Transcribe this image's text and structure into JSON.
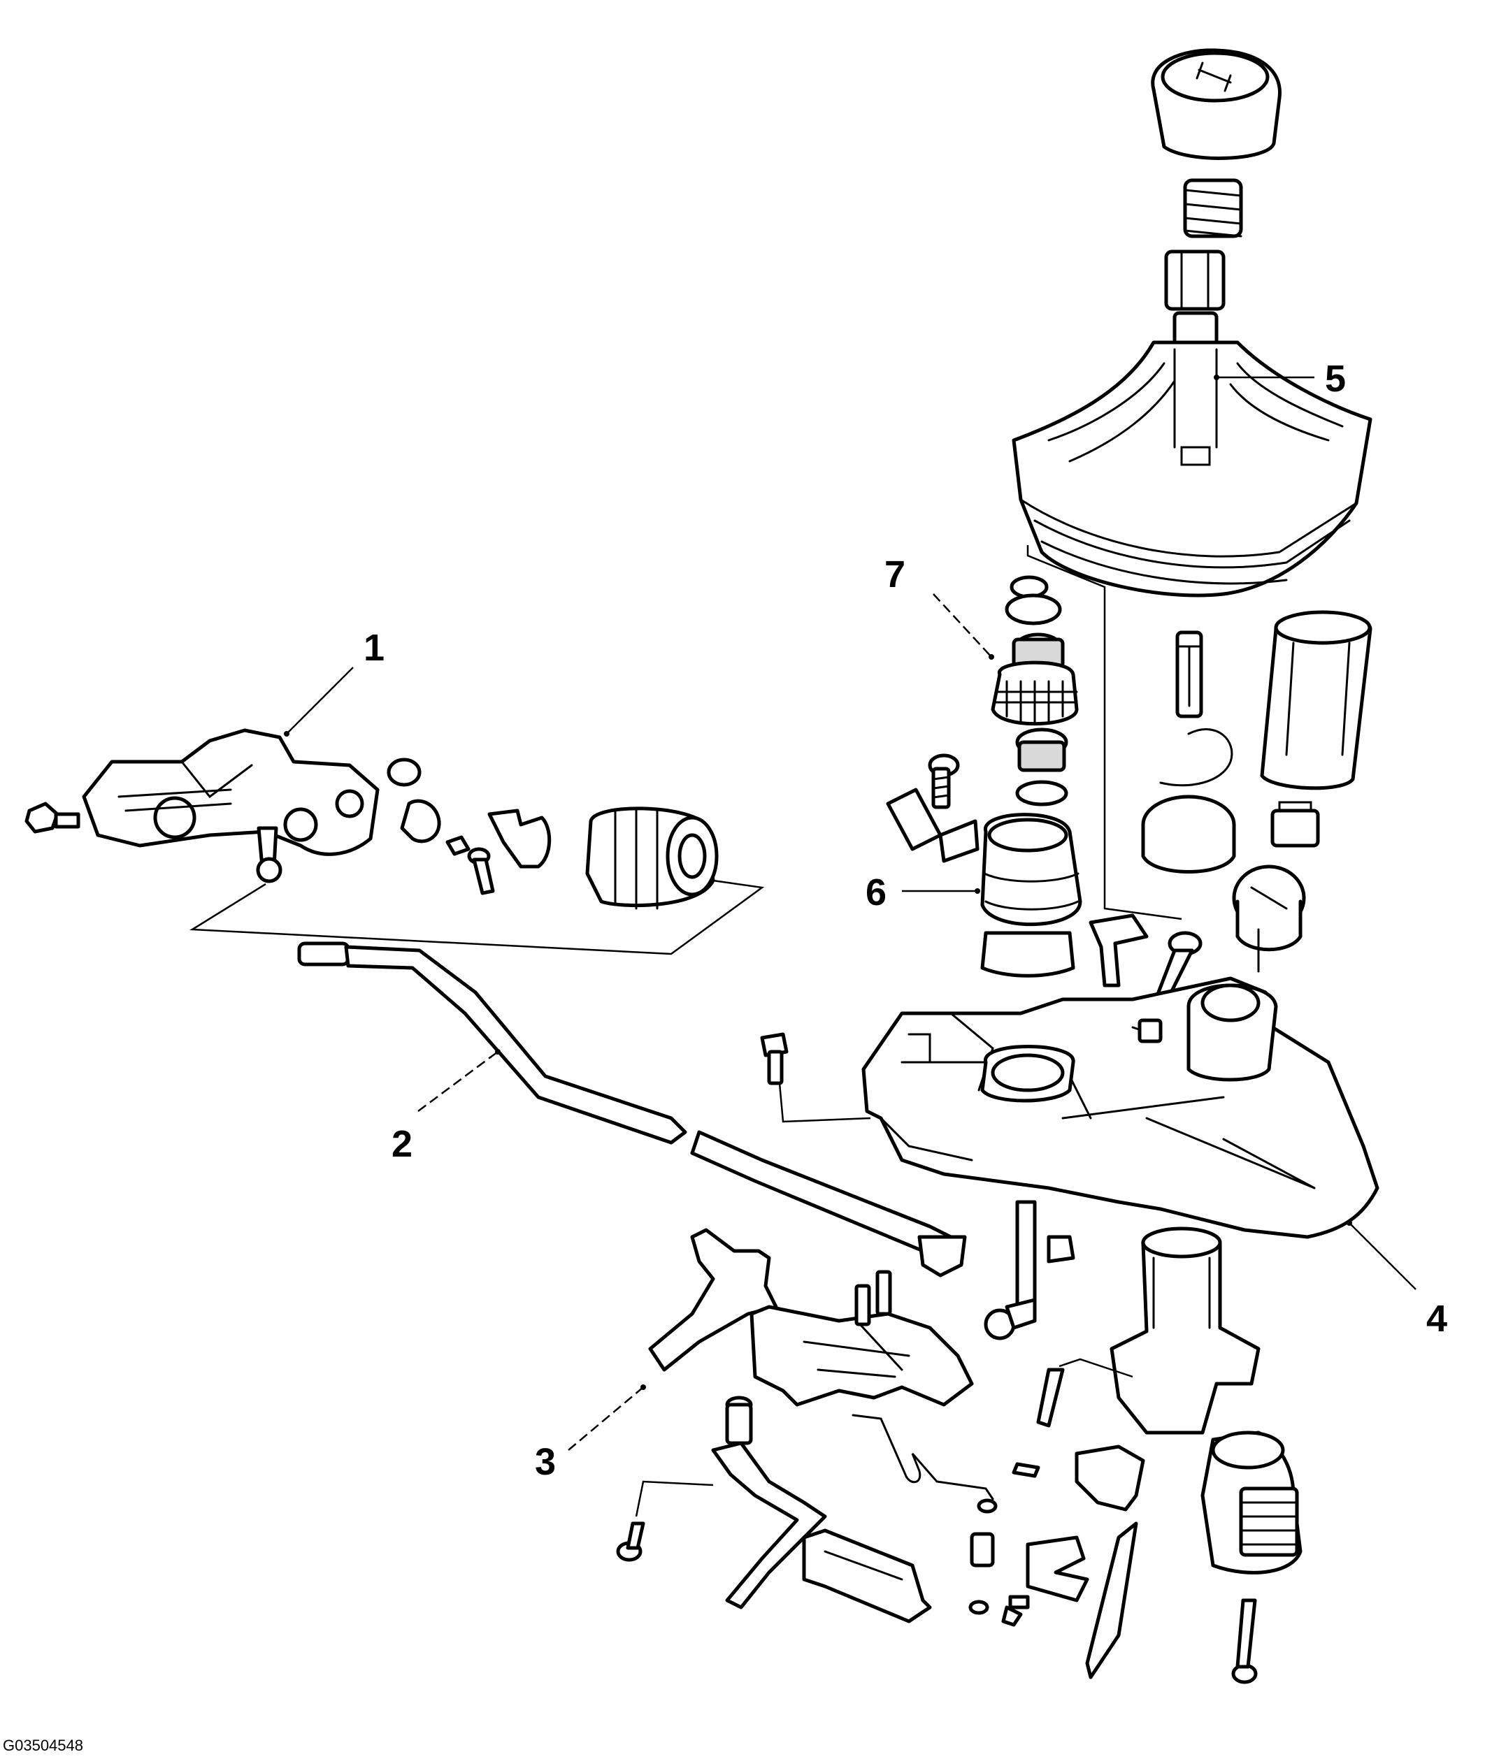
{
  "callouts": [
    {
      "id": "1",
      "label": "1"
    },
    {
      "id": "2",
      "label": "2"
    },
    {
      "id": "3",
      "label": "3"
    },
    {
      "id": "4",
      "label": "4"
    },
    {
      "id": "5",
      "label": "5"
    },
    {
      "id": "6",
      "label": "6"
    },
    {
      "id": "7",
      "label": "7"
    }
  ],
  "reference_code": "G03504548",
  "colors": {
    "line": "#000000",
    "background": "#ffffff",
    "shade": "#d9d9d9"
  }
}
